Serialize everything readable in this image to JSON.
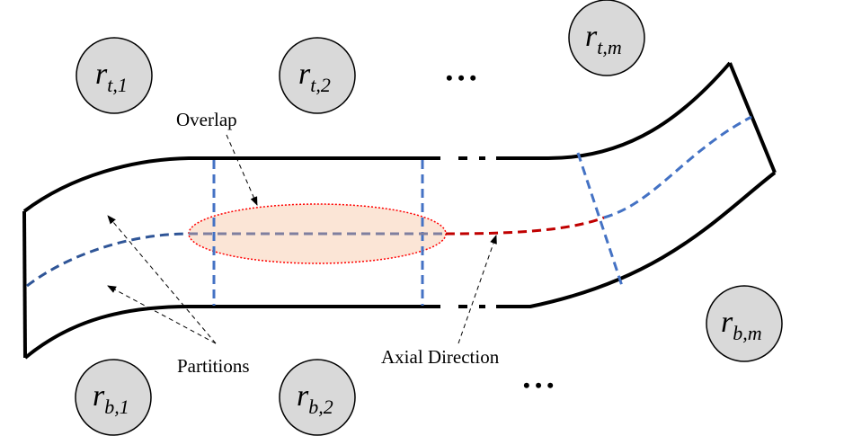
{
  "labels": {
    "overlap": "Overlap",
    "partitions": "Partitions",
    "axial_direction": "Axial Direction"
  },
  "ellipsis_glyph": "• • •",
  "nodes": {
    "top": [
      {
        "base": "r",
        "sub": "t,1"
      },
      {
        "base": "r",
        "sub": "t,2"
      },
      {
        "base": "r",
        "sub": "t,m"
      }
    ],
    "bottom": [
      {
        "base": "r",
        "sub": "b,1"
      },
      {
        "base": "r",
        "sub": "b,2"
      },
      {
        "base": "r",
        "sub": "b,m"
      }
    ]
  },
  "colors": {
    "node_fill": "#d9d9d9",
    "node_stroke": "#000000",
    "outline": "#000000",
    "partition_blue": "#4472c4",
    "axis_blue": "#2f5597",
    "axis_red": "#c00000",
    "overlap_fill": "#fbe5d6",
    "overlap_stroke": "#ff0000"
  }
}
